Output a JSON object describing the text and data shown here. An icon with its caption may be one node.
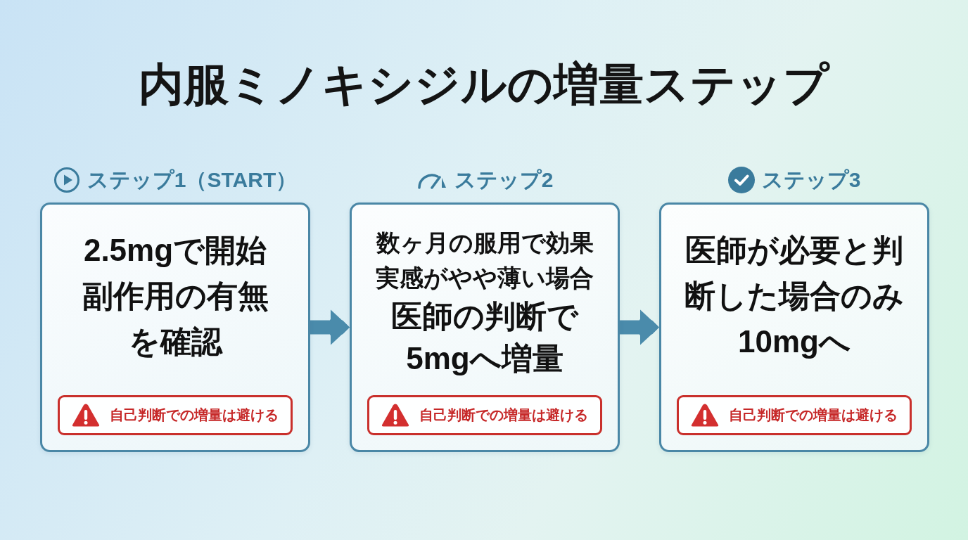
{
  "diagram": {
    "title": "内服ミノキシジルの増量ステップ",
    "nodes": [
      {
        "text": [
          "ステップ1（START）",
          "2.5mgで開始",
          "副作用の有無を確認"
        ]
      },
      {
        "text": [
          "自己判断での増量は避ける"
        ],
        "in": 0
      },
      {
        "text": [
          "ステップ2",
          "数ヶ月の服用で効果実感がやや薄い場合",
          "医師の判断で5mgへ増量"
        ]
      },
      {
        "text": [
          "自己判断での増量は避ける"
        ],
        "in": 2
      },
      {
        "text": [
          "ステップ3",
          "医師が必要と判断した場合のみ10mgへ"
        ]
      },
      {
        "text": [
          "自己判断での増量は避ける"
        ],
        "in": 4
      }
    ],
    "edges": [
      {
        "from": 0,
        "to": 2,
        "arrow": "to"
      },
      {
        "from": 2,
        "to": 4,
        "arrow": "to"
      }
    ]
  }
}
